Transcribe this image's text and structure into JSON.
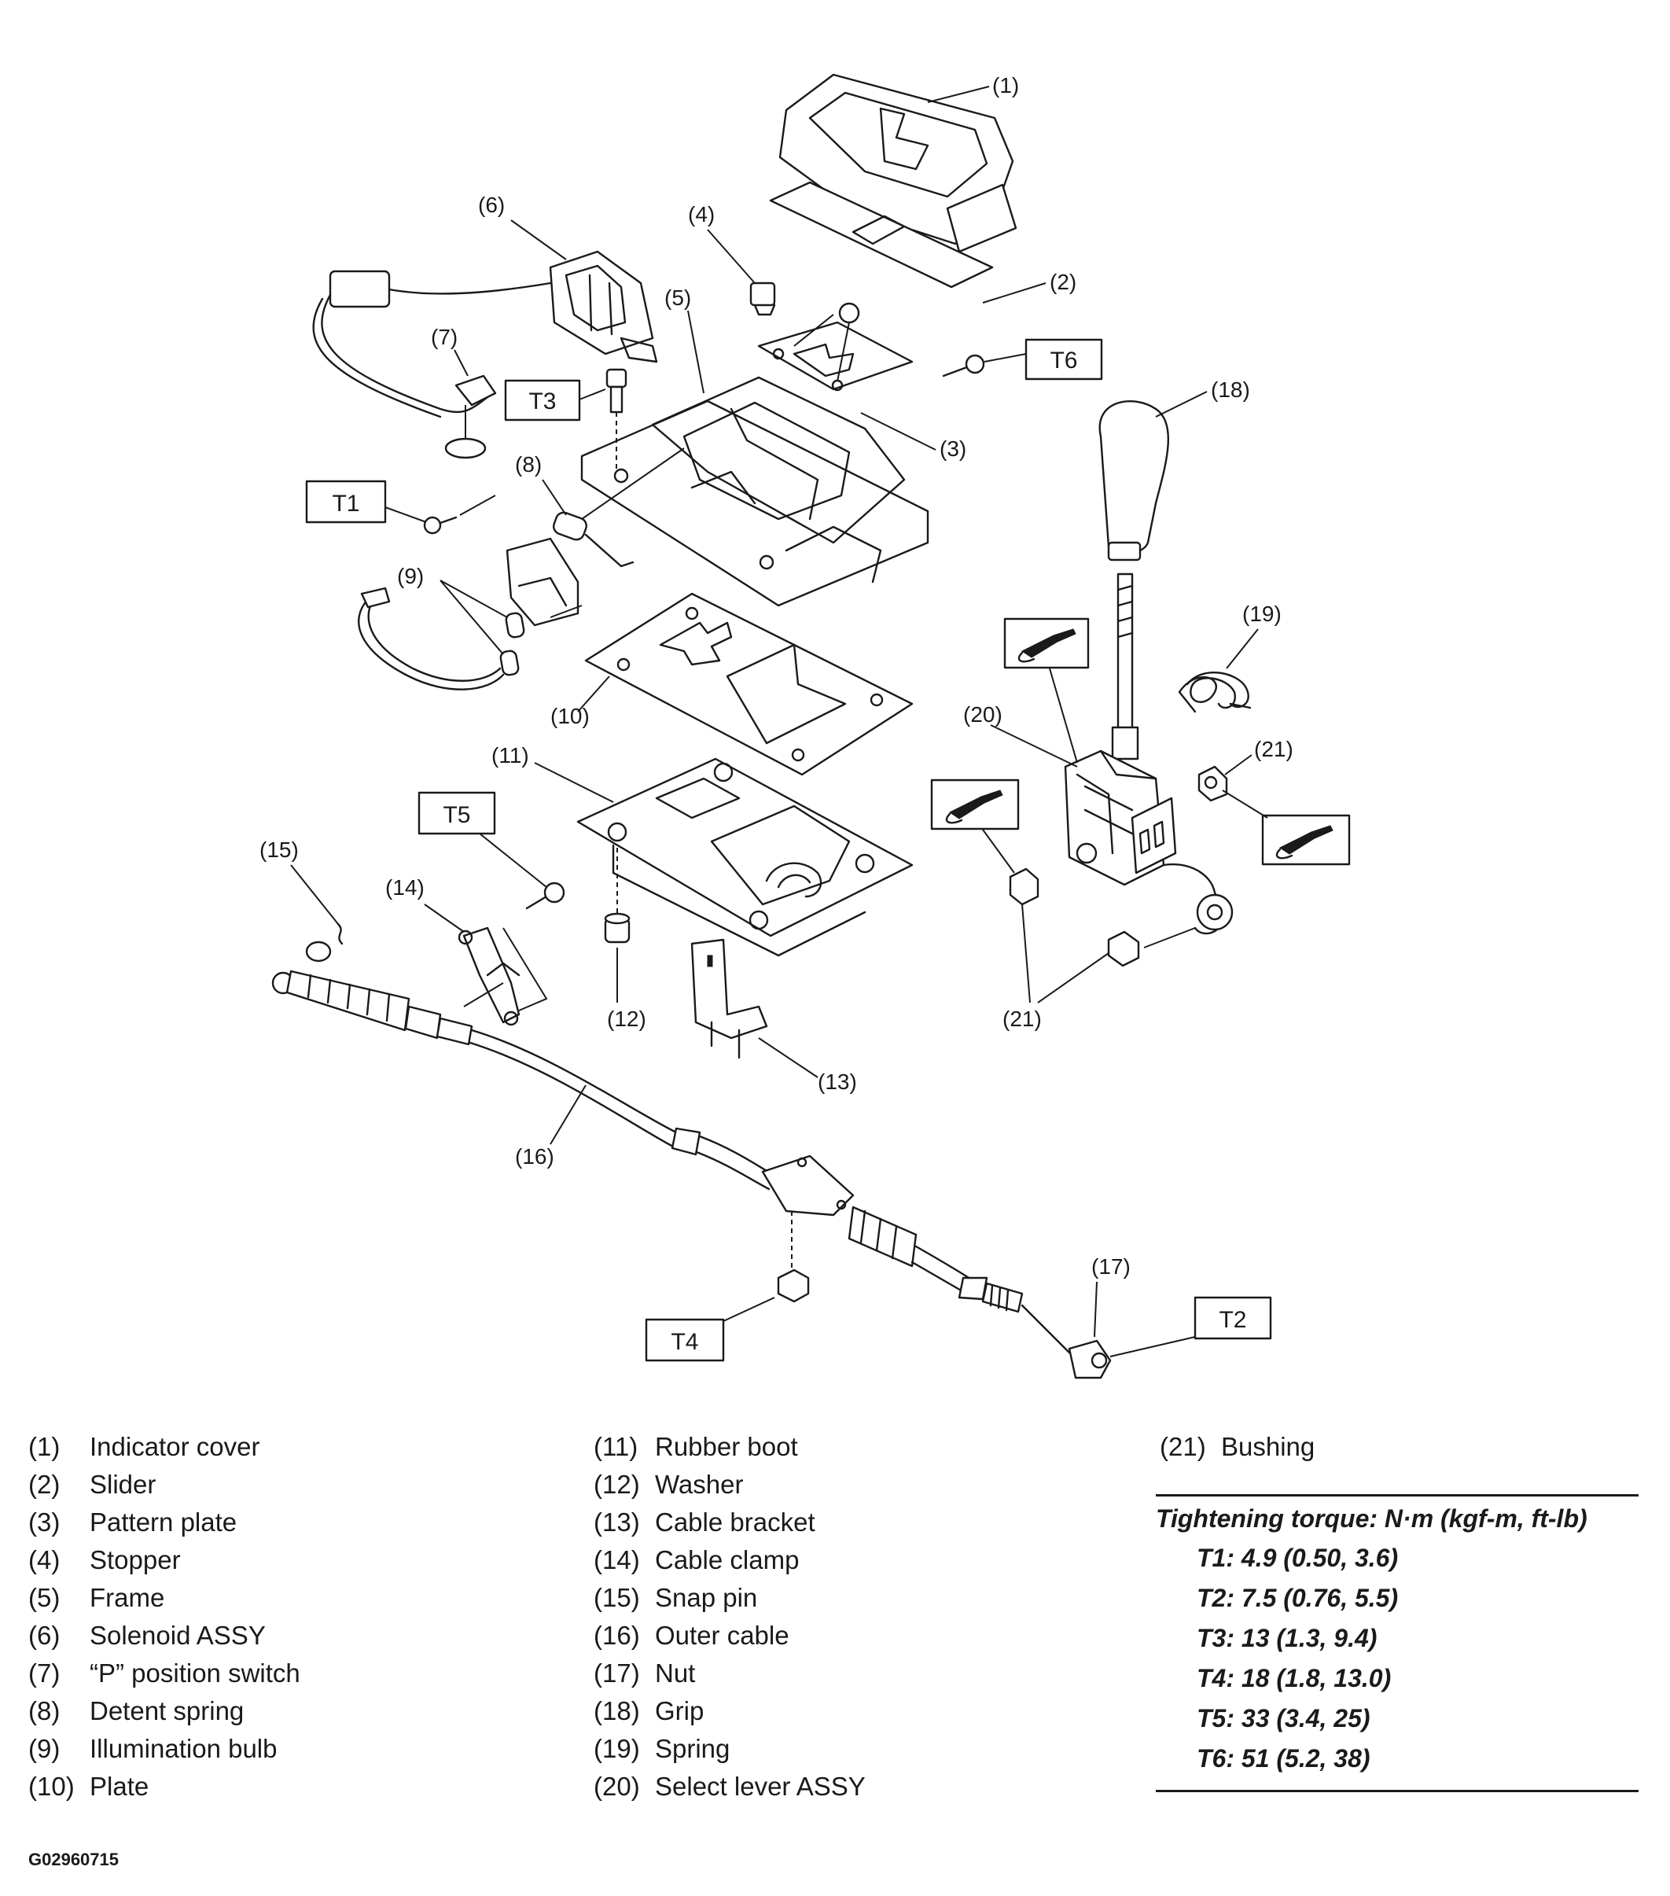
{
  "callouts": {
    "c1": "(1)",
    "c2": "(2)",
    "c3": "(3)",
    "c4": "(4)",
    "c5": "(5)",
    "c6": "(6)",
    "c7": "(7)",
    "c8": "(8)",
    "c9": "(9)",
    "c10": "(10)",
    "c11": "(11)",
    "c12": "(12)",
    "c13": "(13)",
    "c14": "(14)",
    "c15": "(15)",
    "c16": "(16)",
    "c17": "(17)",
    "c18": "(18)",
    "c19": "(19)",
    "c20": "(20)",
    "c21a": "(21)",
    "c21b": "(21)"
  },
  "torque_labels": {
    "T1": "T1",
    "T2": "T2",
    "T3": "T3",
    "T4": "T4",
    "T5": "T5",
    "T6": "T6"
  },
  "legend": {
    "col1": [
      {
        "num": "(1)",
        "name": "Indicator cover"
      },
      {
        "num": "(2)",
        "name": "Slider"
      },
      {
        "num": "(3)",
        "name": "Pattern plate"
      },
      {
        "num": "(4)",
        "name": "Stopper"
      },
      {
        "num": "(5)",
        "name": "Frame"
      },
      {
        "num": "(6)",
        "name": "Solenoid ASSY"
      },
      {
        "num": "(7)",
        "name": "“P” position switch"
      },
      {
        "num": "(8)",
        "name": "Detent spring"
      },
      {
        "num": "(9)",
        "name": "Illumination bulb"
      },
      {
        "num": "(10)",
        "name": "Plate"
      }
    ],
    "col2": [
      {
        "num": "(11)",
        "name": "Rubber boot"
      },
      {
        "num": "(12)",
        "name": "Washer"
      },
      {
        "num": "(13)",
        "name": "Cable bracket"
      },
      {
        "num": "(14)",
        "name": "Cable clamp"
      },
      {
        "num": "(15)",
        "name": "Snap pin"
      },
      {
        "num": "(16)",
        "name": "Outer cable"
      },
      {
        "num": "(17)",
        "name": "Nut"
      },
      {
        "num": "(18)",
        "name": "Grip"
      },
      {
        "num": "(19)",
        "name": "Spring"
      },
      {
        "num": "(20)",
        "name": "Select lever ASSY"
      }
    ],
    "col3": [
      {
        "num": "(21)",
        "name": "Bushing"
      }
    ]
  },
  "torque": {
    "title": "Tightening torque: N·m (kgf-m, ft-lb)",
    "rows": [
      "T1: 4.9 (0.50, 3.6)",
      "T2: 7.5 (0.76, 5.5)",
      "T3: 13 (1.3, 9.4)",
      "T4: 18 (1.8, 13.0)",
      "T5: 33 (3.4, 25)",
      "T6: 51 (5.2, 38)"
    ]
  },
  "figure_code": "G02960715",
  "icons": {
    "grease": "grease-gun-icon"
  }
}
